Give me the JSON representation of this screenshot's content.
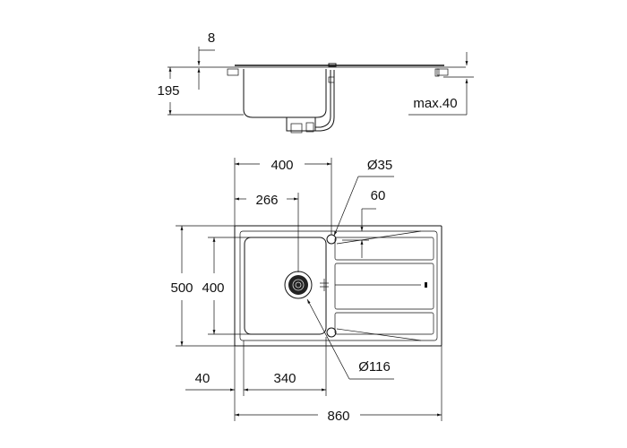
{
  "title": "Sink technical drawing",
  "section_view": {
    "dim_rim": "8",
    "dim_depth": "195",
    "dim_counter": "max.40"
  },
  "plan_view": {
    "dim_bowl_center_width": "400",
    "dim_drain_offset": "266",
    "dim_tap_hole": "Ø35",
    "dim_tap_offset": "60",
    "dim_overall_depth": "500",
    "dim_bowl_depth": "400",
    "dim_drain": "Ø116",
    "dim_edge": "40",
    "dim_bowl_width": "340",
    "dim_overall_width": "860"
  },
  "colors": {
    "line": "#111111",
    "background": "#ffffff"
  }
}
